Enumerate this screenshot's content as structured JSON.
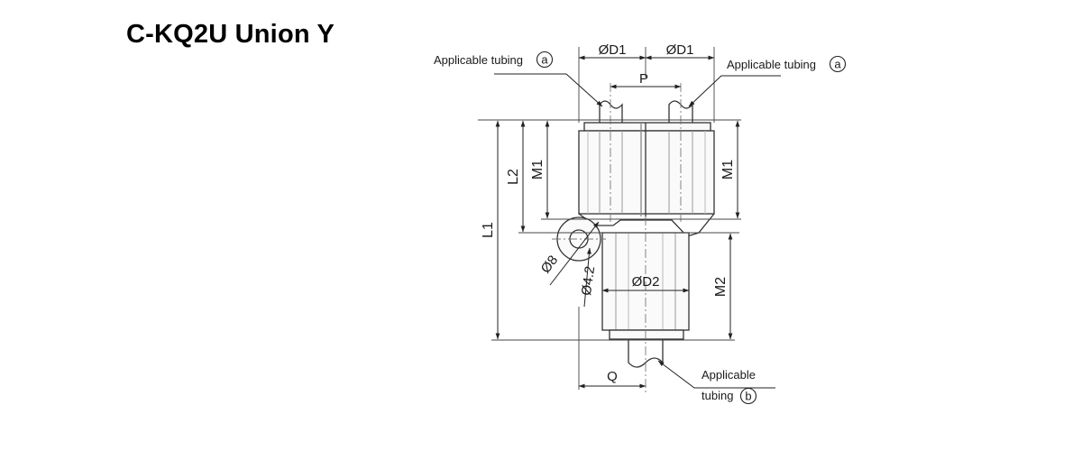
{
  "title": "C-KQ2U Union Y",
  "callouts": {
    "tubing_left": "Applicable tubing",
    "tubing_right": "Applicable tubing",
    "tubing_bottom_line1": "Applicable",
    "tubing_bottom_line2": "tubing",
    "marker_a": "a",
    "marker_b": "b"
  },
  "dimensions": {
    "d1_left": "ØD1",
    "d1_right": "ØD1",
    "pitch": "P",
    "l1": "L1",
    "l2": "L2",
    "m1_left": "M1",
    "m1_right": "M1",
    "m2": "M2",
    "d2": "ØD2",
    "q": "Q",
    "hole_outer": "Ø8",
    "hole_inner": "Ø4.2"
  }
}
